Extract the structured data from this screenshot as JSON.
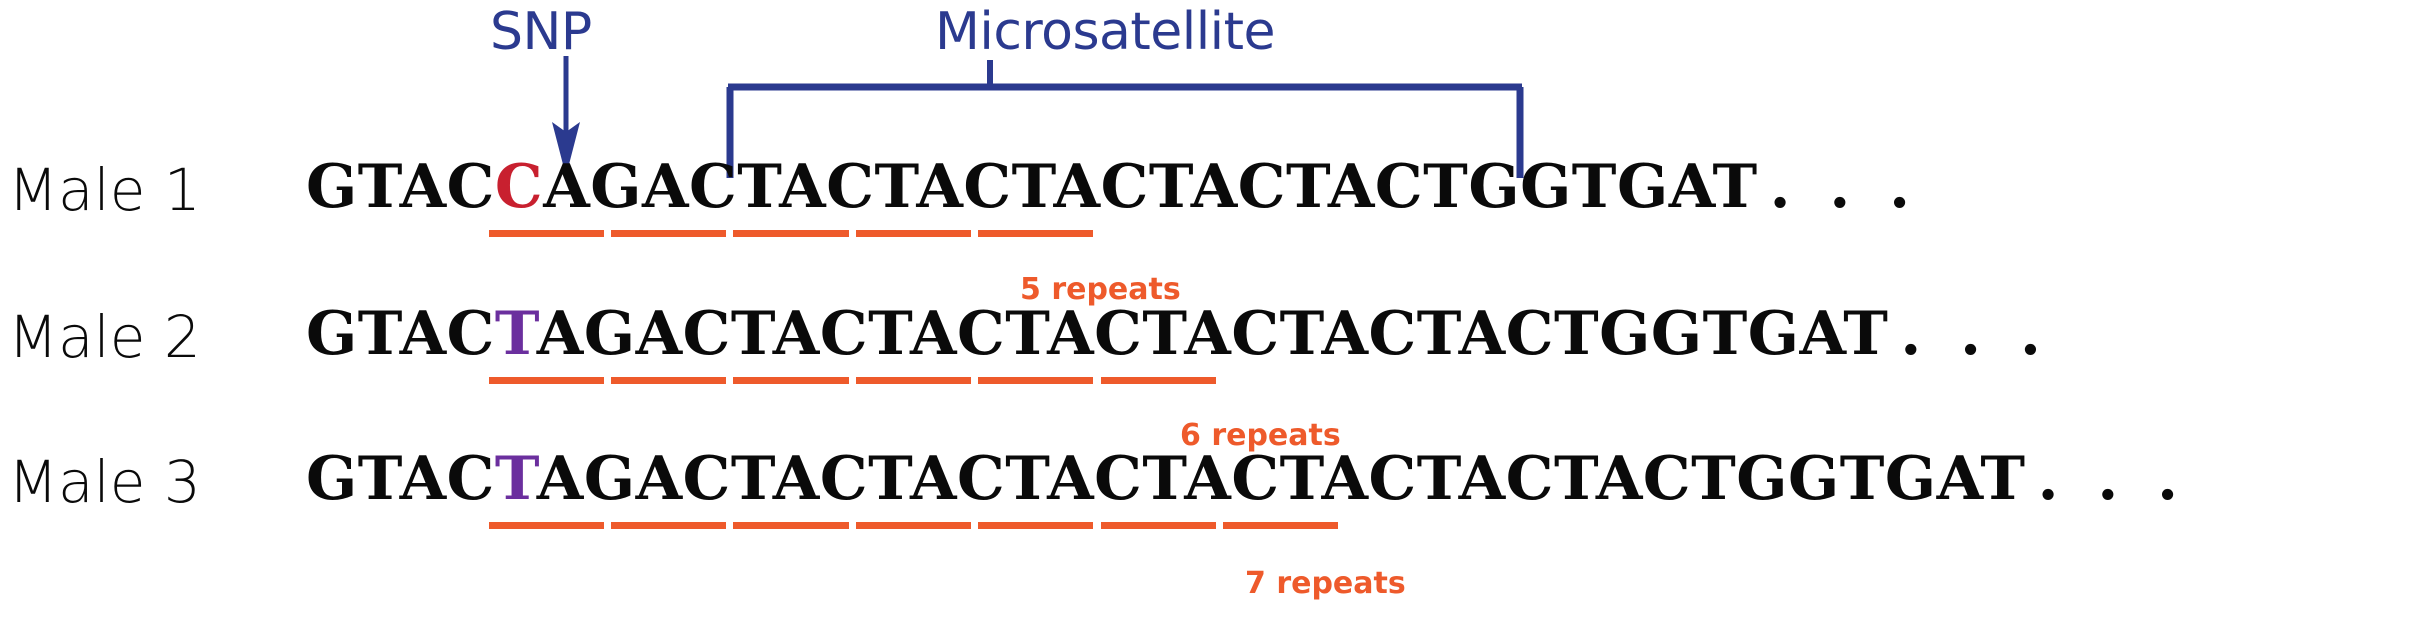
{
  "annotations": {
    "snp": {
      "label": "SNP",
      "icon": "down-arrow-icon",
      "color": "#2b3a8f"
    },
    "microsatellite": {
      "label": "Microsatellite",
      "icon": "bracket-icon",
      "color": "#2b3a8f"
    }
  },
  "colors": {
    "annotation_blue": "#2b3a8f",
    "snp_allele_c": "#c8202f",
    "snp_allele_t": "#6b2f9e",
    "repeat_orange": "#ee5a2b",
    "sequence_black": "#0a0a0a",
    "background": "#ffffff"
  },
  "rows": [
    {
      "label": "Male 1",
      "prefix": "GTAC",
      "snp_base": "C",
      "snp_variant": "c",
      "midfix": "AGA",
      "repeat_unit": "CTA",
      "repeat_count": 5,
      "suffix": "CTGGTGAT",
      "ellipsis": ". . .",
      "caption": "5 repeats",
      "full_sequence": "GTACCAGACTACTACTACTACTACTGGTGAT . . ."
    },
    {
      "label": "Male 2",
      "prefix": "GTAC",
      "snp_base": "T",
      "snp_variant": "t",
      "midfix": "AGA",
      "repeat_unit": "CTA",
      "repeat_count": 6,
      "suffix": "CTGGTGAT",
      "ellipsis": ". . .",
      "caption": "6 repeats",
      "full_sequence": "GTACTAGACTACTACTACTACTACTACTGGTGAT . . ."
    },
    {
      "label": "Male 3",
      "prefix": "GTAC",
      "snp_base": "T",
      "snp_variant": "t",
      "midfix": "AGA",
      "repeat_unit": "CTA",
      "repeat_count": 7,
      "suffix": "CTGGTGAT",
      "ellipsis": ". . .",
      "caption": "7 repeats",
      "full_sequence": "GTACTAGACTACTACTACTACTACTACTACTGGTGAT . . ."
    }
  ]
}
